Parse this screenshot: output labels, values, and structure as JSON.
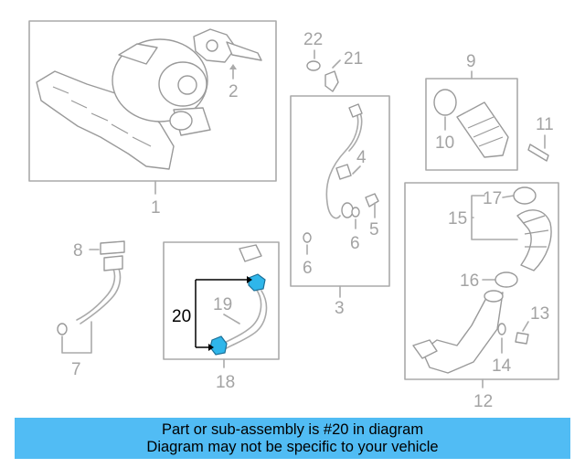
{
  "callouts": {
    "n1": "1",
    "n2": "2",
    "n3": "3",
    "n4": "4",
    "n5": "5",
    "n6a": "6",
    "n6b": "6",
    "n7": "7",
    "n8": "8",
    "n9": "9",
    "n10": "10",
    "n11": "11",
    "n12": "12",
    "n13": "13",
    "n14": "14",
    "n15": "15",
    "n16": "16",
    "n17": "17",
    "n18": "18",
    "n19": "19",
    "n20": "20",
    "n21": "21",
    "n22": "22"
  },
  "highlighted_part": "20",
  "colors": {
    "highlight_fill": "#2fb6ea",
    "banner_bg": "#51bcf4",
    "line_gray": "#aaaaaa"
  },
  "banner": {
    "line1": "Part or sub-assembly is #20 in diagram",
    "line2": "Diagram may not be specific to your vehicle"
  }
}
